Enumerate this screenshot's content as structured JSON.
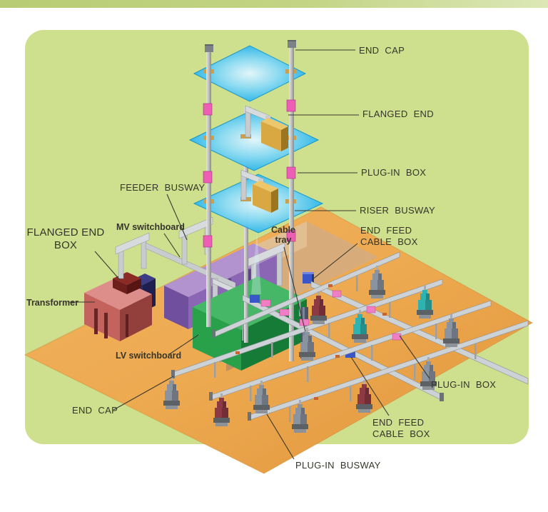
{
  "labels": {
    "end_cap_top": "END CAP",
    "flanged_end": "FLANGED END",
    "plug_in_box_right": "PLUG-IN BOX",
    "riser_busway": "RISER BUSWAY",
    "end_feed_top_l1": "END FEED",
    "end_feed_top_l2": "CABLE BOX",
    "cable_tray_l1": "Cable",
    "cable_tray_l2": "tray",
    "feeder_busway": "FEEDER BUSWAY",
    "mv_switchboard": "MV switchboard",
    "flanged_end_box_l1": "FLANGED END",
    "flanged_end_box_l2": "BOX",
    "transformer": "Transformer",
    "lv_switchboard": "LV switchboard",
    "end_cap_bottom": "END CAP",
    "plug_in_box_bottom": "PLUG-IN BOX",
    "end_feed_bottom_l1": "END FEED",
    "end_feed_bottom_l2": "CABLE BOX",
    "plug_in_busway": "PLUG-IN BUSWAY"
  },
  "colors": {
    "panel_green": "#cedf8e",
    "floor_orange": "#eda94f",
    "floor_slab_blue": "#1fb2e9",
    "plug_in_box_pink": "#ec5fb4",
    "end_feed_box_blue": "#3a57c9",
    "transformer_red": "#c4625e",
    "mv_switchboard_purple": "#8a66b5",
    "lv_switchboard_green": "#29a14b",
    "busway_gray": "#c9ccce",
    "gold_box": "#d9a843"
  }
}
